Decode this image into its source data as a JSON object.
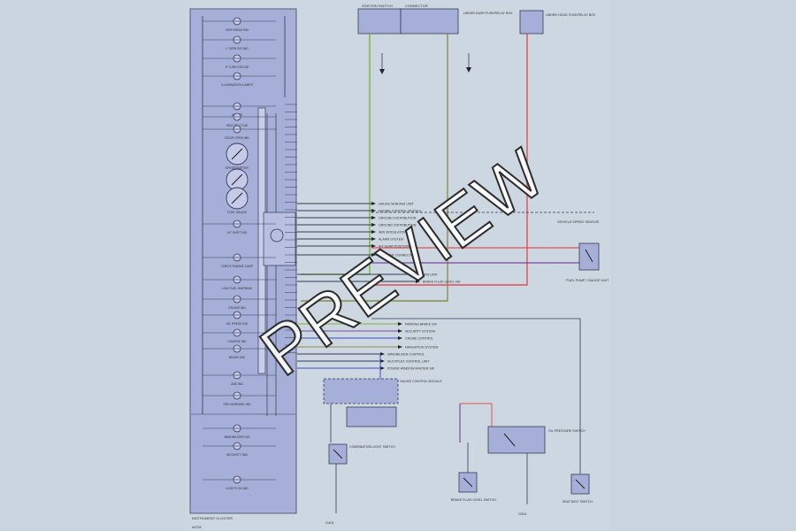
{
  "diagram": {
    "cluster_label": "INSTRUMENT CLUSTER",
    "page_ref": "A07M",
    "indicators": [
      "HIGH BEAM IND",
      "L TURN SIG IND",
      "R TURN SIG IND",
      "ILLUMINATION LAMPS",
      "METER",
      "SEAT BELT IND",
      "DOOR OPEN IND",
      "SPEEDOMETER",
      "TACHOMETER",
      "FUEL GAUGE",
      "A/T SHIFT IND",
      "CHECK ENGINE LAMP",
      "LOW FUEL WARNING",
      "CRUISE IND",
      "OIL PRESS IND",
      "CHARGE IND",
      "BRAKE IND",
      "ABS IND",
      "SRS WARNING IND",
      "IMMOBILIZER IND",
      "SECURITY IND",
      "LIGHTS ON IND"
    ],
    "top_boxes": {
      "ignition": "IGNITION SWITCH",
      "connector": "CONNECTOR",
      "fuse_main": "UNDER-DASH FUSE/RELAY BOX",
      "fuse_right": "UNDER-HOOD FUSE/RELAY BOX"
    },
    "signal_labels": [
      "GAUGE SENDING UNIT",
      "ENGINE CONTROL MODULE",
      "GROUND DISTRIBUTION",
      "GROUND DISTRIBUTION",
      "ABS MODULATOR",
      "ALARM SYSTEM",
      "A/T GEAR POSITION SW",
      "DATA LINK CONNECTOR",
      "SRS UNIT",
      "BRAKE FLUID LEVEL SW",
      "PARKING BRAKE SW",
      "SECURITY SYSTEM",
      "CRUISE CONTROL",
      "NAVIGATION SYSTEM",
      "IMMOBILIZER CONTROL",
      "MULTIPLEX CONTROL UNIT",
      "POWER WINDOW MASTER SW"
    ],
    "right_labels": {
      "vss": "VEHICLE SPEED SENSOR",
      "fuel_unit": "FUEL PUMP / GAUGE UNIT"
    },
    "bottom_boxes": {
      "module": "GAUGE CONTROL MODULE",
      "combo": "COMBINATION LIGHT SWITCH",
      "oil_sw": "OIL PRESSURE SWITCH",
      "brake_sw": "BRAKE FLUID LEVEL SWITCH",
      "seat_sw": "SEAT BELT SWITCH",
      "ground_left": "G401",
      "ground_mid": "G501"
    }
  },
  "watermark": "PREVIEW",
  "colors": {
    "cluster_fill": "#a6afd8",
    "green": "#7fb33c",
    "red": "#e05055",
    "olive": "#8a8f4a",
    "blue": "#3d4bc8",
    "purple": "#7a4a9e",
    "wire": "#333a55"
  }
}
